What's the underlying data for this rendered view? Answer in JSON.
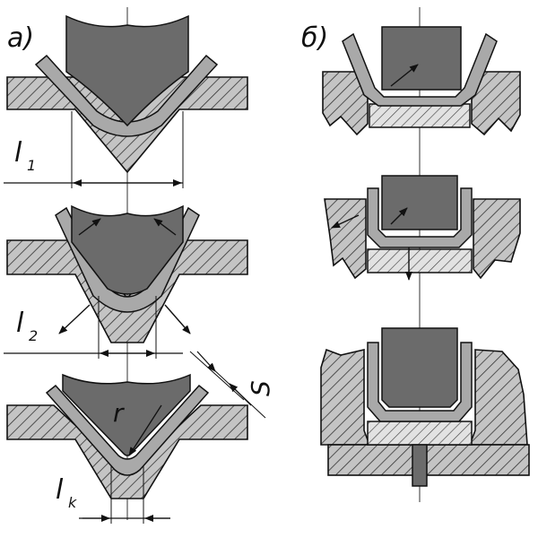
{
  "panels": {
    "a": {
      "label": "а)"
    },
    "b": {
      "label": "б)"
    }
  },
  "dimensions": {
    "l1": {
      "letter": "l",
      "sub": "1"
    },
    "l2": {
      "letter": "l",
      "sub": "2"
    },
    "lk": {
      "letter": "l",
      "sub": "k"
    },
    "r": "r",
    "s": "S"
  },
  "colors": {
    "punch": "#6b6b6b",
    "blank": "#a9a9a9",
    "hatch": "#3a3a3a",
    "line": "#111111",
    "die_fill": "#c4c4c4"
  }
}
